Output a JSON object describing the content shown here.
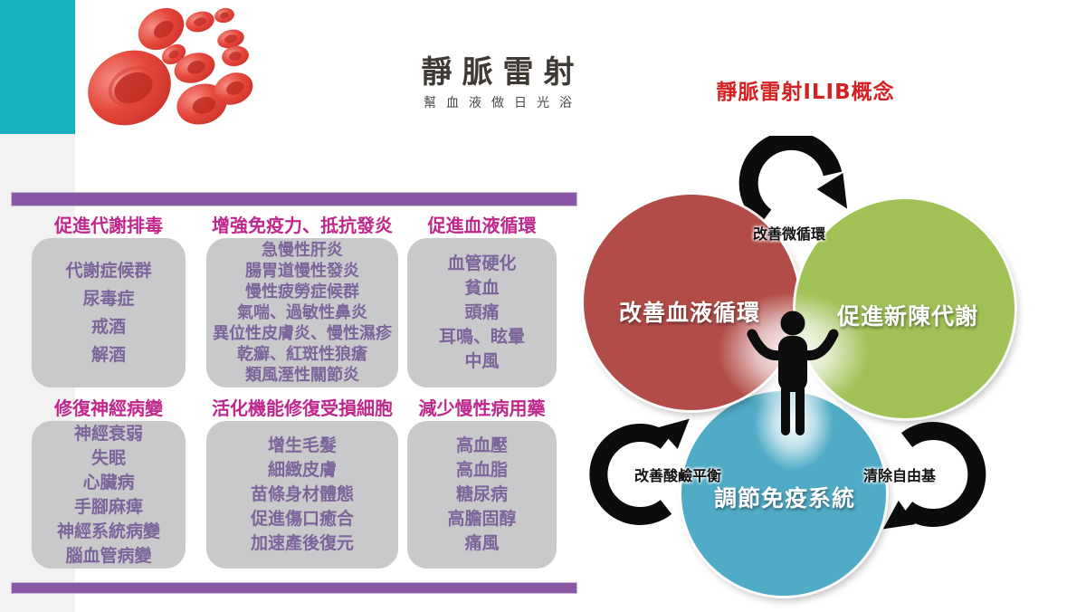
{
  "slide": {
    "title": "靜脈雷射",
    "subtitle": "幫血液做日光浴",
    "concept_title": "靜脈雷射ILIB概念"
  },
  "colors": {
    "teal_accent": "#16b1ba",
    "purple_bar": "#8a57a4",
    "header_magenta": "#c0278c",
    "box_gray": "#c9c8ca",
    "box_text_purple": "#7c659a",
    "concept_red": "#d42222",
    "circle_red": "#b24c48",
    "circle_green": "#9fc155",
    "circle_blue": "#4fabc6",
    "arrow_black": "#0c0c0c"
  },
  "table": {
    "categories": [
      {
        "header": "促進代謝排毒",
        "items": [
          "代謝症候群",
          "尿毒症",
          "戒酒",
          "解酒"
        ]
      },
      {
        "header": "增強免疫力、抵抗發炎",
        "items": [
          "急慢性肝炎",
          "腸胃道慢性發炎",
          "慢性疲勞症候群",
          "氣喘、過敏性鼻炎",
          "異位性皮膚炎、慢性濕疹",
          "乾癬、紅斑性狼瘡",
          "類風溼性關節炎"
        ]
      },
      {
        "header": "促進血液循環",
        "items": [
          "血管硬化",
          "貧血",
          "頭痛",
          "耳鳴、眩暈",
          "中風"
        ]
      },
      {
        "header": "修復神經病變",
        "items": [
          "神經衰弱",
          "失眠",
          "心臟病",
          "手腳麻痺",
          "神經系統病變",
          "腦血管病變"
        ]
      },
      {
        "header": "活化機能修復受損細胞",
        "items": [
          "增生毛髮",
          "細緻皮膚",
          "苗條身材體態",
          "促進傷口癒合",
          "加速產後復元"
        ]
      },
      {
        "header": "減少慢性病用藥",
        "items": [
          "高血壓",
          "高血脂",
          "糖尿病",
          "高膽固醇",
          "痛風"
        ]
      }
    ]
  },
  "venn": {
    "circles": [
      {
        "label": "改善血液循環",
        "color": "#b24c48"
      },
      {
        "label": "促進新陳代謝",
        "color": "#9fc155"
      },
      {
        "label": "調節免疫系統",
        "color": "#4fabc6"
      }
    ],
    "arrows": [
      {
        "position": "top",
        "label": "改善微循環"
      },
      {
        "position": "left",
        "label": "改善酸鹼平衡"
      },
      {
        "position": "right",
        "label": "清除自由基"
      }
    ]
  }
}
